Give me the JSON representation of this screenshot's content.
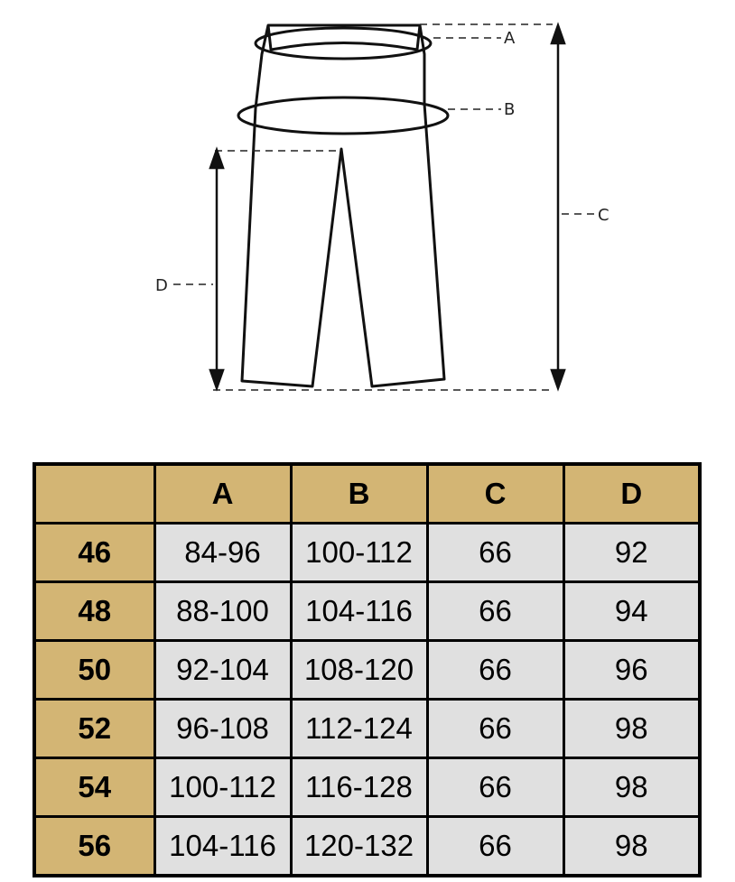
{
  "diagram": {
    "labels": [
      "A",
      "B",
      "C",
      "D"
    ]
  },
  "table": {
    "headers": [
      "",
      "A",
      "B",
      "C",
      "D"
    ],
    "rows": [
      {
        "size": "46",
        "values": [
          "84-96",
          "100-112",
          "66",
          "92"
        ]
      },
      {
        "size": "48",
        "values": [
          "88-100",
          "104-116",
          "66",
          "94"
        ]
      },
      {
        "size": "50",
        "values": [
          "92-104",
          "108-120",
          "66",
          "96"
        ]
      },
      {
        "size": "52",
        "values": [
          "96-108",
          "112-124",
          "66",
          "98"
        ]
      },
      {
        "size": "54",
        "values": [
          "100-112",
          "116-128",
          "66",
          "98"
        ]
      },
      {
        "size": "56",
        "values": [
          "104-116",
          "120-132",
          "66",
          "98"
        ]
      }
    ]
  },
  "colors": {
    "header": "#D3B574",
    "cell": "#E0E0E0"
  }
}
